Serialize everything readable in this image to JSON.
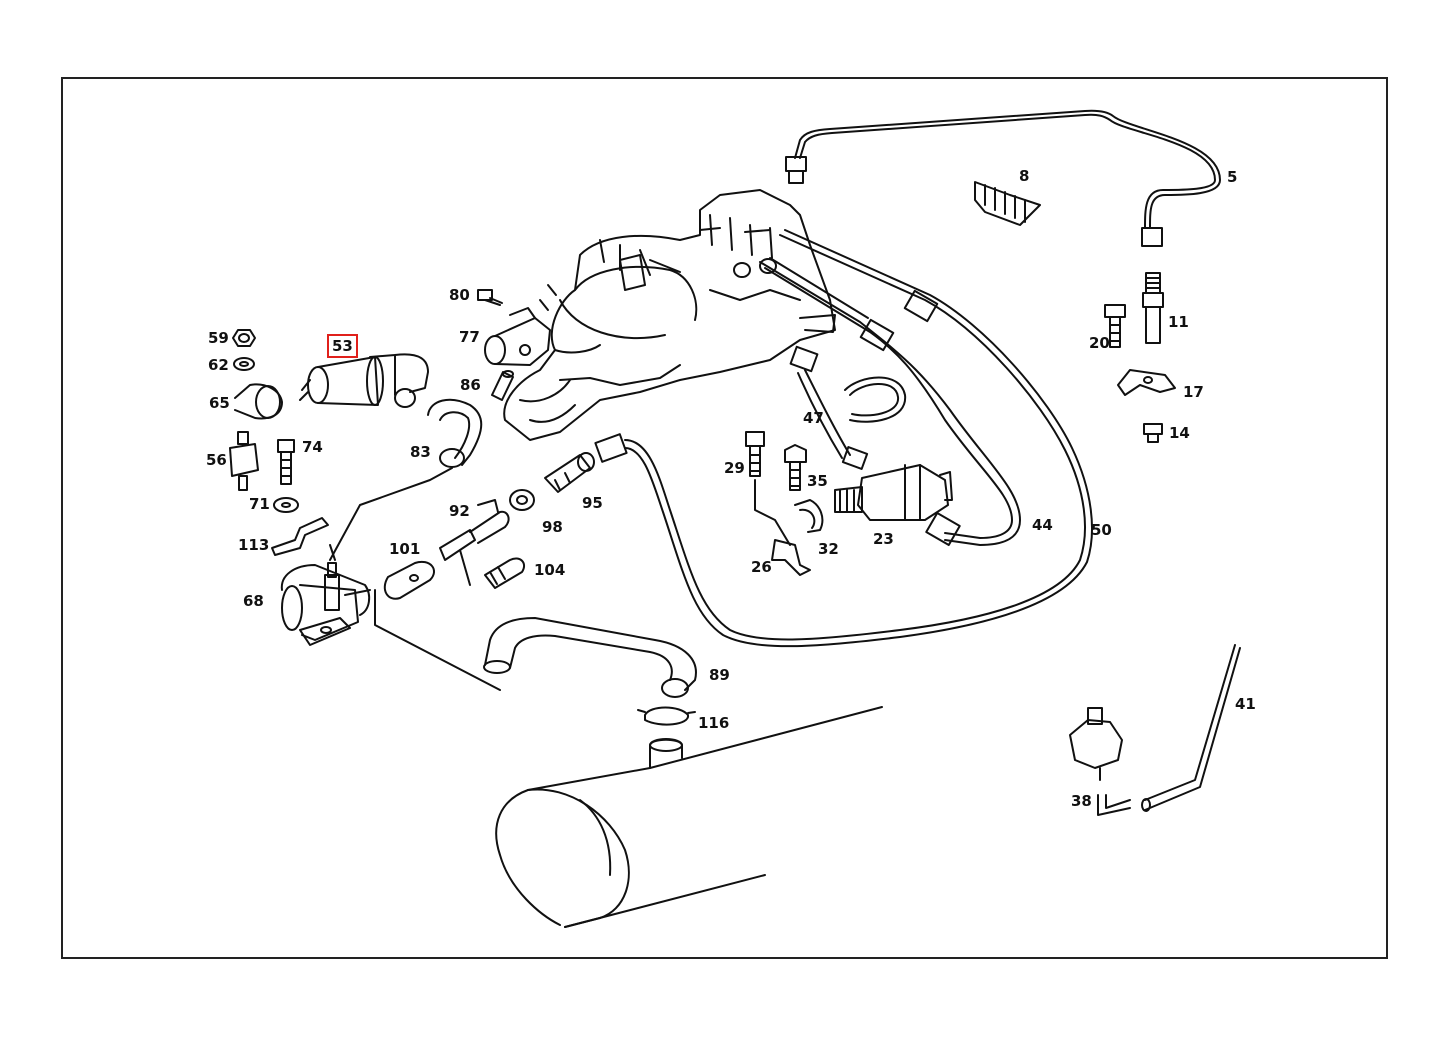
{
  "diagram": {
    "highlight_color": "#e0201b",
    "line_color": "#111111",
    "selected_part": "53",
    "parts": [
      {
        "id": "p5",
        "label": "5"
      },
      {
        "id": "p8",
        "label": "8"
      },
      {
        "id": "p11",
        "label": "11"
      },
      {
        "id": "p14",
        "label": "14"
      },
      {
        "id": "p17",
        "label": "17"
      },
      {
        "id": "p20",
        "label": "20"
      },
      {
        "id": "p23",
        "label": "23"
      },
      {
        "id": "p26",
        "label": "26"
      },
      {
        "id": "p29",
        "label": "29"
      },
      {
        "id": "p32",
        "label": "32"
      },
      {
        "id": "p35",
        "label": "35"
      },
      {
        "id": "p38",
        "label": "38"
      },
      {
        "id": "p41",
        "label": "41"
      },
      {
        "id": "p44",
        "label": "44"
      },
      {
        "id": "p47",
        "label": "47"
      },
      {
        "id": "p50",
        "label": "50"
      },
      {
        "id": "p53",
        "label": "53"
      },
      {
        "id": "p56",
        "label": "56"
      },
      {
        "id": "p59",
        "label": "59"
      },
      {
        "id": "p62",
        "label": "62"
      },
      {
        "id": "p65",
        "label": "65"
      },
      {
        "id": "p68",
        "label": "68"
      },
      {
        "id": "p71",
        "label": "71"
      },
      {
        "id": "p74",
        "label": "74"
      },
      {
        "id": "p77",
        "label": "77"
      },
      {
        "id": "p80",
        "label": "80"
      },
      {
        "id": "p83",
        "label": "83"
      },
      {
        "id": "p86",
        "label": "86"
      },
      {
        "id": "p89",
        "label": "89"
      },
      {
        "id": "p92",
        "label": "92"
      },
      {
        "id": "p95",
        "label": "95"
      },
      {
        "id": "p98",
        "label": "98"
      },
      {
        "id": "p101",
        "label": "101"
      },
      {
        "id": "p104",
        "label": "104"
      },
      {
        "id": "p113",
        "label": "113"
      },
      {
        "id": "p116",
        "label": "116"
      }
    ]
  }
}
